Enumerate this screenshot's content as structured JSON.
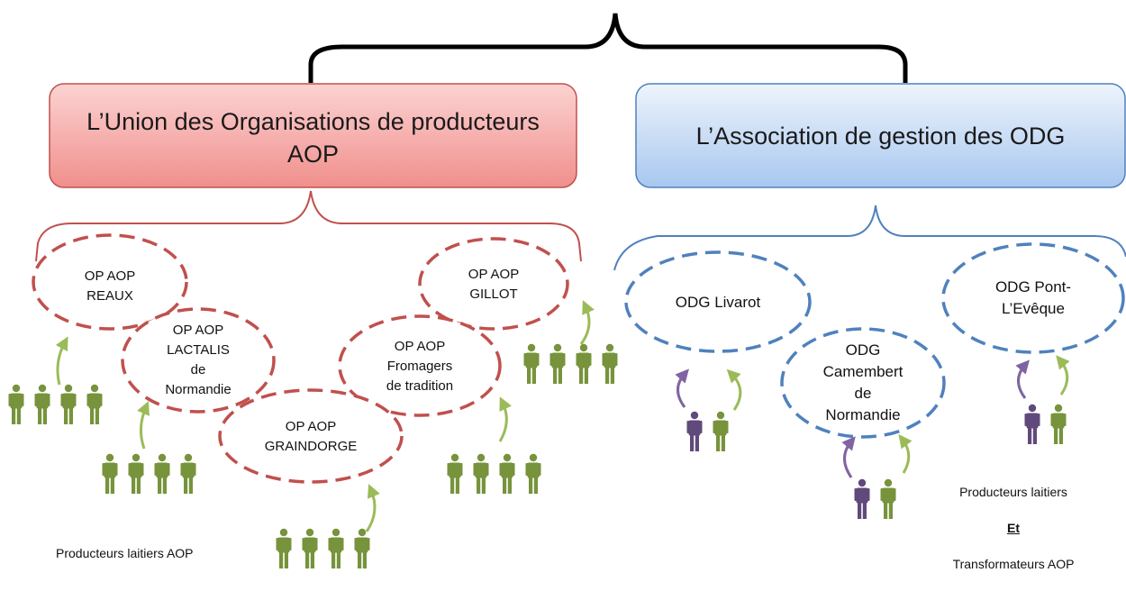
{
  "left_group": {
    "title": "L’Union des Organisations de producteurs AOP",
    "color": "#c0504d",
    "fill_top": "#fbd3d2",
    "fill_bottom": "#f08f8c",
    "ovals": [
      {
        "id": "reaux",
        "label": "OP AOP\nREAUX"
      },
      {
        "id": "lactalis",
        "label": "OP AOP\nLACTALIS\nde\nNormandie"
      },
      {
        "id": "graindorge",
        "label": "OP AOP\nGRAINDORGE"
      },
      {
        "id": "fromagers",
        "label": "OP AOP\nFromagers\nde tradition"
      },
      {
        "id": "gillot",
        "label": "OP AOP\nGILLOT"
      }
    ],
    "caption": "Producteurs laitiers AOP"
  },
  "right_group": {
    "title": "L’Association de gestion des ODG",
    "color": "#4f81bd",
    "fill_top": "#e8f0fb",
    "fill_bottom": "#a8c7ef",
    "ovals": [
      {
        "id": "livarot",
        "label": "ODG Livarot"
      },
      {
        "id": "camembert",
        "label": "ODG\nCamembert\nde\nNormandie"
      },
      {
        "id": "pont",
        "label": "ODG Pont-\nL’Evêque"
      }
    ],
    "caption_line1": "Producteurs laitiers",
    "caption_line2": "Et",
    "caption_line3": "Transformateurs  AOP"
  },
  "colors": {
    "producer_green": "#77933c",
    "transformer_purple": "#604a7b",
    "arrow_green": "#9bbb59",
    "arrow_purple": "#8064a2"
  },
  "icons": [
    "person-icon",
    "curved-arrow-icon",
    "brace-icon"
  ]
}
